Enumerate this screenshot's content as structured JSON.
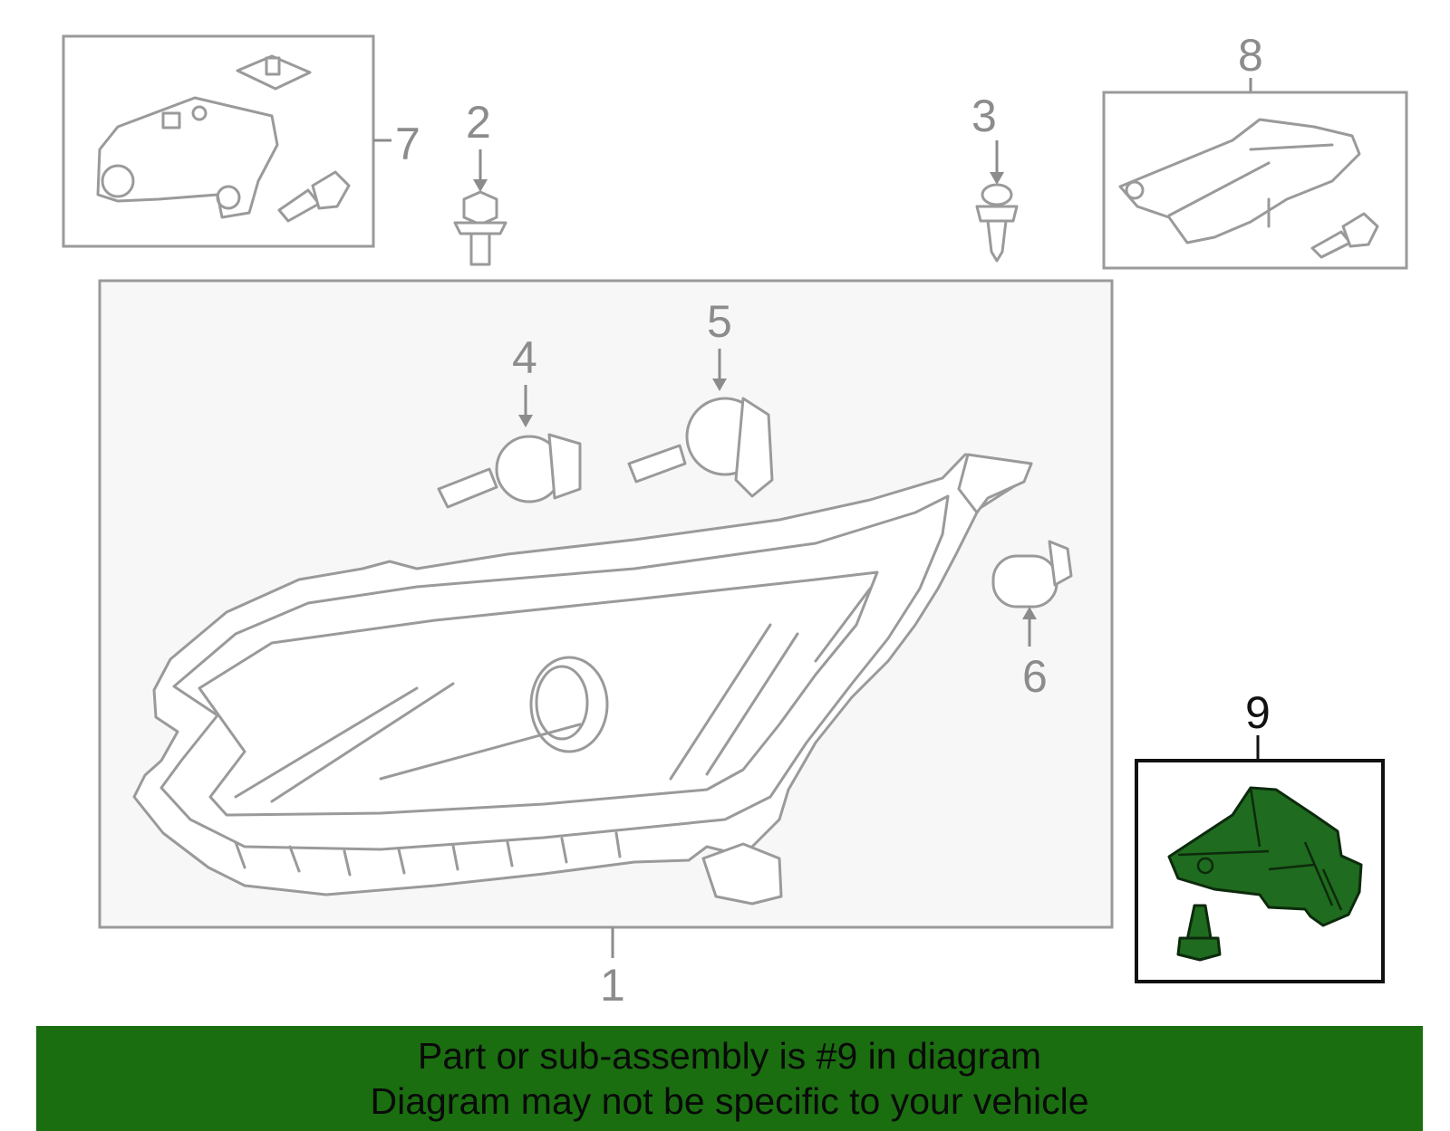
{
  "diagram": {
    "callouts": {
      "c1": "1",
      "c2": "2",
      "c3": "3",
      "c4": "4",
      "c5": "5",
      "c6": "6",
      "c7": "7",
      "c8": "8",
      "c9": "9"
    },
    "highlighted_part": "9",
    "colors": {
      "highlight_fill": "#1f6b1f",
      "banner_bg": "#1a6e10",
      "part_stroke": "#9a9a9a",
      "panel_bg": "#f7f7f7"
    }
  },
  "banner": {
    "line1": "Part or sub-assembly is #9 in diagram",
    "line2": "Diagram may not be specific to your vehicle"
  }
}
